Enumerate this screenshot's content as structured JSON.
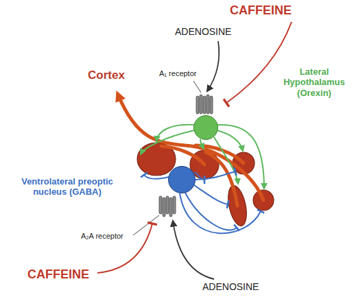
{
  "diagram": {
    "nodes": [
      {
        "text": [
          "Lateral Hypothalamus (Orexin)"
        ]
      },
      {
        "text": [
          "Ventrolateral preoptic nucleus (GABA)"
        ]
      }
    ],
    "labels": [
      "CAFFEINE",
      "ADENOSINE",
      "A₁ receptor",
      "Cortex",
      "A₂A receptor",
      "CAFFEINE",
      "ADENOSINE"
    ]
  }
}
